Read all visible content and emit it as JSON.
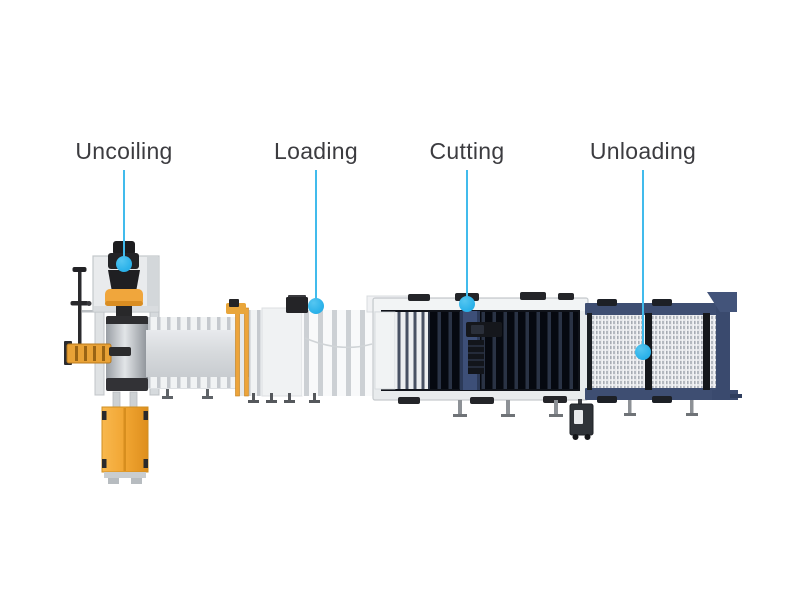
{
  "callouts": [
    {
      "id": "uncoiling",
      "label": "Uncoiling"
    },
    {
      "id": "loading",
      "label": "Loading"
    },
    {
      "id": "cutting",
      "label": "Cutting"
    },
    {
      "id": "unloading",
      "label": "Unloading"
    }
  ],
  "colors": {
    "accent_blue": "#2fb5ec",
    "label_text": "#3c3c40",
    "machine_navy": "#3e4e72",
    "machine_orange": "#f0a63c",
    "background": "#ffffff"
  }
}
